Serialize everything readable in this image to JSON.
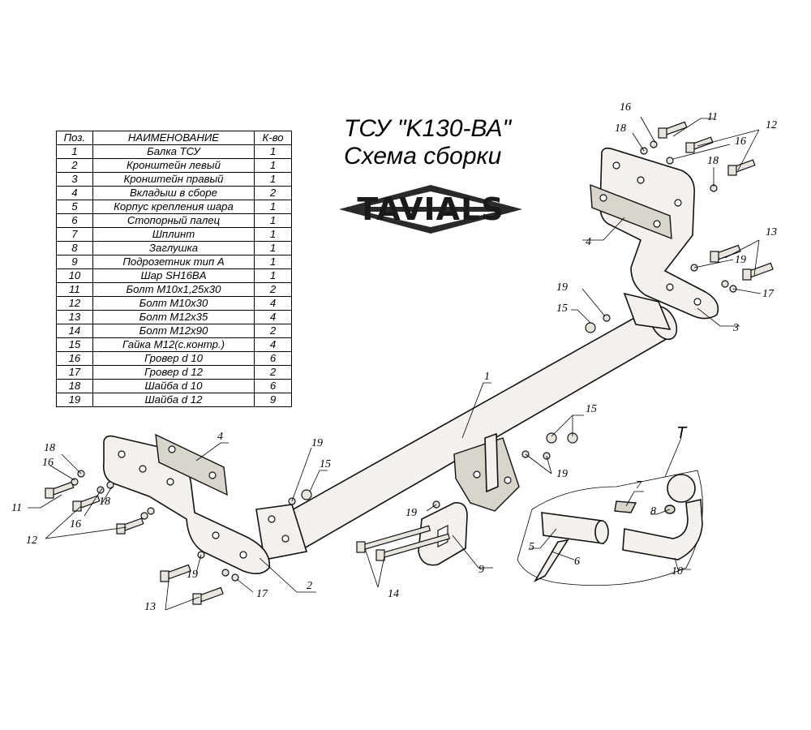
{
  "title": {
    "line1": "ТСУ \"K130-ВА\"",
    "line2": "Схема сборки"
  },
  "logo": {
    "text": "TAVIALS"
  },
  "parts_table": {
    "headers": [
      "Поз.",
      "НАИМЕНОВАНИЕ",
      "К-во"
    ],
    "rows": [
      [
        "1",
        "Балка ТСУ",
        "1"
      ],
      [
        "2",
        "Кронштейн левый",
        "1"
      ],
      [
        "3",
        "Кронштейн правый",
        "1"
      ],
      [
        "4",
        "Вкладыш в сборе",
        "2"
      ],
      [
        "5",
        "Корпус крепления шара",
        "1"
      ],
      [
        "6",
        "Стопорный палец",
        "1"
      ],
      [
        "7",
        "Шплинт",
        "1"
      ],
      [
        "8",
        "Заглушка",
        "1"
      ],
      [
        "9",
        "Подрозетник тип А",
        "1"
      ],
      [
        "10",
        "Шар SH16BA",
        "1"
      ],
      [
        "11",
        "Болт М10х1,25х30",
        "2"
      ],
      [
        "12",
        "Болт М10х30",
        "4"
      ],
      [
        "13",
        "Болт М12х35",
        "4"
      ],
      [
        "14",
        "Болт М12х90",
        "2"
      ],
      [
        "15",
        "Гайка М12(с.контр.)",
        "4"
      ],
      [
        "16",
        "Гровер d 10",
        "6"
      ],
      [
        "17",
        "Гровер d 12",
        "2"
      ],
      [
        "18",
        "Шайба d 10",
        "6"
      ],
      [
        "19",
        "Шайба d 12",
        "9"
      ]
    ]
  },
  "callouts": {
    "c1": "1",
    "c2": "2",
    "c3": "3",
    "c4a": "4",
    "c4b": "4",
    "c5": "5",
    "c6": "6",
    "c7": "7",
    "c8": "8",
    "c9": "9",
    "c10": "10",
    "c11a": "11",
    "c11b": "11",
    "c12a": "12",
    "c12b": "12",
    "c13a": "13",
    "c13b": "13",
    "c14": "14",
    "c15a": "15",
    "c15b": "15",
    "c15c": "15",
    "c16a": "16",
    "c16b": "16",
    "c16c": "16",
    "c16d": "16",
    "c17a": "17",
    "c17b": "17",
    "c18a": "18",
    "c18b": "18",
    "c18c": "18",
    "c18d": "18",
    "c19a": "19",
    "c19b": "19",
    "c19c": "19",
    "c19d": "19",
    "c19e": "19",
    "c19f": "19",
    "cT": "T"
  }
}
